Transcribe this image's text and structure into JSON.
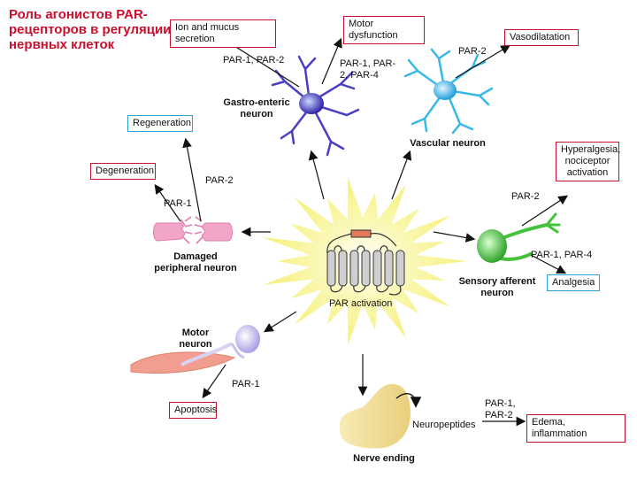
{
  "title": "Роль агонистов PAR-рецепторов в регуляции нервных клеток",
  "center_label": "PAR activation",
  "neurons": {
    "gastroenteric": "Gastro-enteric neuron",
    "vascular": "Vascular neuron",
    "sensory": "Sensory afferent neuron",
    "damaged": "Damaged peripheral neuron",
    "motor": "Motor neuron",
    "nerve_ending": "Nerve ending"
  },
  "outcomes": {
    "ion_mucus": "Ion and mucus secretion",
    "motor_dysfunction": "Motor dysfunction",
    "vasodilatation": "Vasodilatation",
    "regeneration": "Regeneration",
    "degeneration": "Degeneration",
    "hyperalgesia": "Hyperalgesia, nociceptor activation",
    "analgesia": "Analgesia",
    "apoptosis": "Apoptosis",
    "edema": "Edema, inflammation"
  },
  "receptor_labels": {
    "ion_mucus": "PAR-1, PAR-2",
    "motor_dysfunction": "PAR-1, PAR-2, PAR-4",
    "vasodilatation": "PAR-2",
    "regeneration": "PAR-2",
    "degeneration": "PAR-1",
    "hyperalgesia": "PAR-2",
    "analgesia": "PAR-1, PAR-4",
    "apoptosis": "PAR-1",
    "edema": "PAR-1, PAR-2"
  },
  "neuropeptides": "Neuropeptides",
  "colors": {
    "title": "#c8102e",
    "red_box": "#c8102e",
    "blue_box": "#2a9fd6",
    "starburst": "#f5f07a",
    "gastro_neuron": "#5a4fd0",
    "vascular_neuron": "#36b8e8",
    "sensory_neuron": "#45c13c",
    "damaged_neuron": "#f1a6c8",
    "motor_neuron": "#c9c2ee",
    "muscle": "#f19d8f",
    "nerve_ending": "#f2df9a"
  }
}
